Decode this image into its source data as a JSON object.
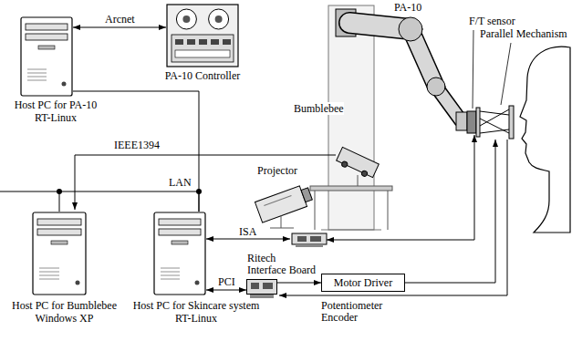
{
  "diagram": {
    "nodes": [
      {
        "text": [
          "Host PC for PA-10 RT-Linux"
        ]
      },
      {
        "text": [
          "PA-10 Controller"
        ]
      },
      {
        "text": [
          "Host PC for Bumblebee Windows XP"
        ]
      },
      {
        "text": [
          "Host PC for Skincare system RT-Linux"
        ]
      },
      {
        "text": [
          "Ritech Interface Board"
        ]
      },
      {
        "text": [
          "Motor Driver"
        ]
      }
    ],
    "edges": [
      {
        "from": 0,
        "to": 1,
        "arrow": "both",
        "label": "Arcnet"
      },
      {
        "from": 0,
        "to": 3,
        "arrow": "none"
      },
      {
        "from": 2,
        "to": 3,
        "arrow": "none"
      },
      {
        "from": 3,
        "to": 4,
        "arrow": "both",
        "label": "PCI"
      },
      {
        "from": 4,
        "to": 5,
        "arrow": "to"
      }
    ],
    "labels": [
      "PA-10",
      "F/T sensor",
      "Parallel Mechanism",
      "Bumblebee",
      "Projector",
      "IEEE1394",
      "LAN",
      "ISA",
      "Potentiometer",
      "Encoder"
    ]
  }
}
